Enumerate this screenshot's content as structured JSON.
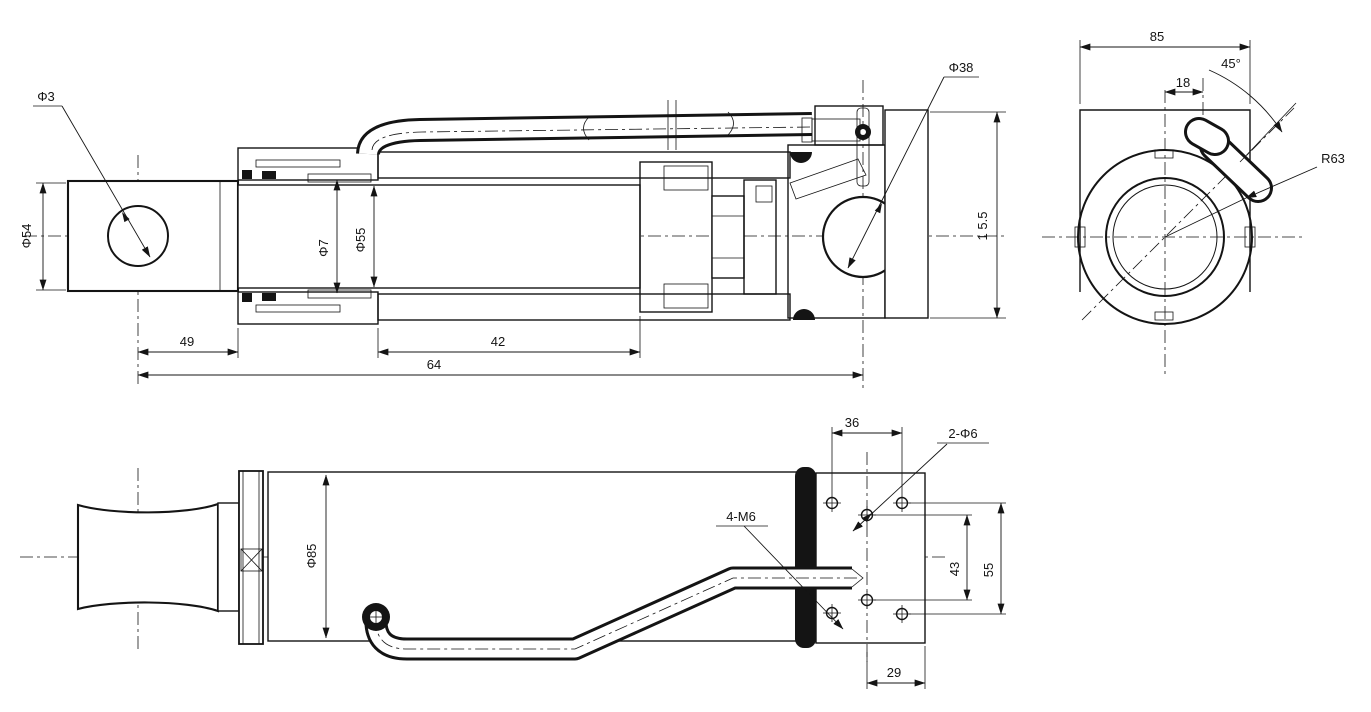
{
  "drawing": {
    "background_color": "#ffffff",
    "line_color": "#141414",
    "side_section_view": {
      "pin_hole_dia": "Φ3",
      "clevis_height": "Φ54",
      "bore_dia": "Φ7",
      "rod_dia": "Φ55",
      "port_hole_dia": "Φ38",
      "clevis_length": "49",
      "stroke_length": "42",
      "overall_length": "64",
      "head_height": "1 5.5"
    },
    "end_view": {
      "block_width": "85",
      "port_angle": "45°",
      "port_offset": "18",
      "outer_radius": "R63"
    },
    "external_view": {
      "tube_dia": "Φ85",
      "hole_span_horizontal": "36",
      "through_holes": "2-Φ6",
      "tapped_holes": "4-M6",
      "hole_span_vertical_inner": "43",
      "hole_span_vertical_outer": "55",
      "hole_offset_right": "29"
    }
  }
}
